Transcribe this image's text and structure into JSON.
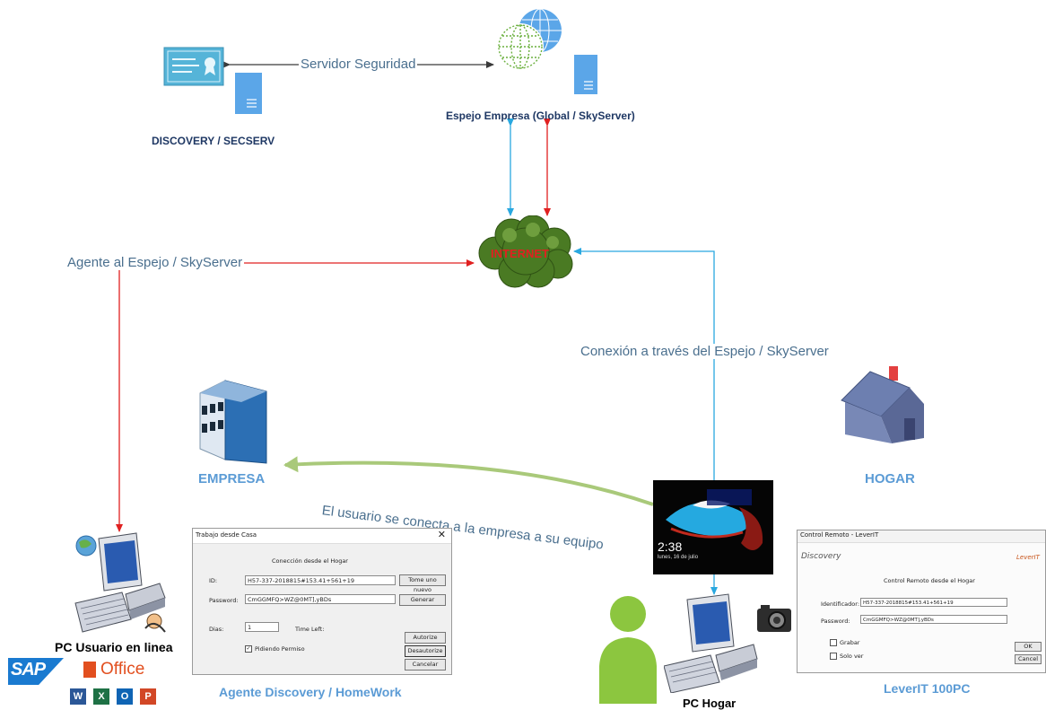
{
  "nodes": {
    "discovery": "DISCOVERY / SECSERV",
    "espejo": "Espejo Empresa (Global / SkyServer)",
    "internet": "INTERNET",
    "empresa": "EMPRESA",
    "hogar": "HOGAR",
    "pc_usuario": "PC Usuario en linea",
    "pc_hogar": "PC Hogar"
  },
  "edges": {
    "servidor_seguridad": "Servidor Seguridad",
    "agente_espejo": "Agente al Espejo / SkyServer",
    "conexion_espejo": "Conexión a través del Espejo / SkyServer",
    "usuario_conecta": "El usuario se conecta a la empresa a su equipo"
  },
  "captions": {
    "agente_discovery": "Agente Discovery / HomeWork",
    "leverit": "LeverIT 100PC"
  },
  "logos": {
    "sap": "SAP",
    "office": "Office",
    "apps": [
      "W",
      "X",
      "O",
      "P"
    ]
  },
  "lockscreen": {
    "time": "2:38",
    "date": "lunes, 16 de julio"
  },
  "dialog1": {
    "title": "Trabajo desde Casa",
    "close": "✕",
    "heading": "Conección desde el Hogar",
    "id_label": "ID:",
    "id_value": "H57-337-2018815#153.41+561+19",
    "password_label": "Password:",
    "password_value": "CmGGMFQ>WZ@0MT],yBDs",
    "dias_label": "Dias:",
    "dias_value": "1",
    "time_left_label": "Time Left:",
    "pidiendo_label": "Pidiendo Permiso",
    "btn_tome": "Tome uno nuevo",
    "btn_generar": "Generar",
    "btn_autorize": "Autorize",
    "btn_desautorize": "Desautorize",
    "btn_cancelar": "Cancelar"
  },
  "dialog2": {
    "title": "Control Remoto - LeverIT",
    "brand_left": "Discovery",
    "brand_right": "LeverIT",
    "heading": "Control Remoto desde el Hogar",
    "ident_label": "Identificador:",
    "ident_value": "H57-337-2018815#153.41+561+19",
    "password_label": "Password:",
    "password_value": "CmGGMFQ>WZ@0MT],yBDs",
    "grabar_label": "Grabar",
    "solo_ver_label": "Solo ver",
    "btn_ok": "OK",
    "btn_cancel": "Cancel"
  },
  "colors": {
    "blue_arrow": "#29a8e0",
    "red_arrow": "#e02020",
    "dark_arrow": "#3a3a3a",
    "green_arrow": "#a9c97a",
    "caption_blue": "#5b9bd5",
    "edge_text": "#4a6f8e"
  }
}
